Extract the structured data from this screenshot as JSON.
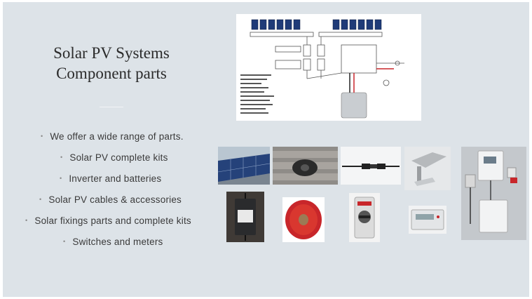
{
  "slide": {
    "title_line1": "Solar PV Systems",
    "title_line2": "Component parts",
    "bullets": [
      "We offer a wide range of parts.",
      "Solar PV complete kits",
      "Inverter and batteries",
      "Solar PV cables & accessories",
      "Solar fixings parts and complete kits",
      "Switches and meters"
    ],
    "bullet_marker": "•"
  },
  "images": {
    "diagram": "solar-pv-wiring-diagram",
    "photos": [
      "roof-mounted-solar-panels",
      "roof-tile-flashing",
      "mc4-cable-connectors",
      "roof-hook-bracket",
      "inverter-battery-wall-installation",
      "dc-surge-protector",
      "red-solar-cable-reel",
      "dc-isolator-switch",
      "energy-meter"
    ]
  },
  "colors": {
    "slide_background": "#dde3e8",
    "title_text": "#2b2b2b",
    "bullet_text": "#3a3a3a",
    "cable_red": "#c8262a",
    "panel_blue": "#1f3b78"
  }
}
